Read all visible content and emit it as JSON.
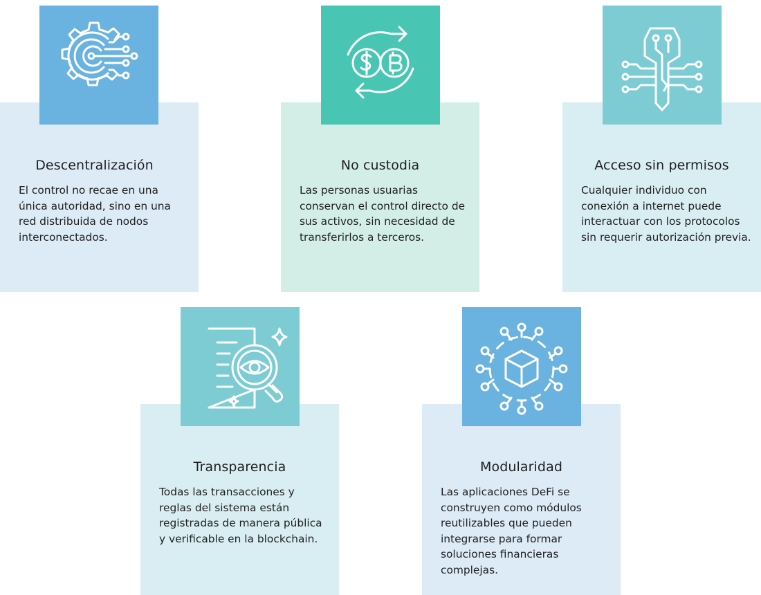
{
  "cards": [
    {
      "title": "Descentralización",
      "description": "El control no recae en una única autoridad, sino en una red distribuida de nodos interconectados.",
      "icon": "gear-circuit-icon",
      "tile_color": "#6ab2e0",
      "background_color": "#dcebf6"
    },
    {
      "title": "No custodia",
      "description": "Las personas usuarias conservan el control directo de sus activos, sin necesidad de transferirlos a terceros.",
      "icon": "currency-exchange-icon",
      "tile_color": "#49c5b3",
      "background_color": "#d3eee7"
    },
    {
      "title": "Acceso sin permisos",
      "description": "Cualquier individuo con conexión a internet puede interactuar con los protocolos sin requerir autorización previa.",
      "icon": "circuit-key-icon",
      "tile_color": "#7dcbd3",
      "background_color": "#d9eef3"
    },
    {
      "title": "Transparencia",
      "description": "Todas las transacciones y reglas del sistema están registradas de manera pública y verificable en la blockchain.",
      "icon": "document-eye-magnifier-icon",
      "tile_color": "#7dcbd3",
      "background_color": "#d9eef3"
    },
    {
      "title": "Modularidad",
      "description": "Las aplicaciones DeFi se construyen como módulos reutilizables que pueden integrarse para formar soluciones financieras complejas.",
      "icon": "cube-network-icon",
      "tile_color": "#6ab2e0",
      "background_color": "#dcebf6"
    }
  ]
}
